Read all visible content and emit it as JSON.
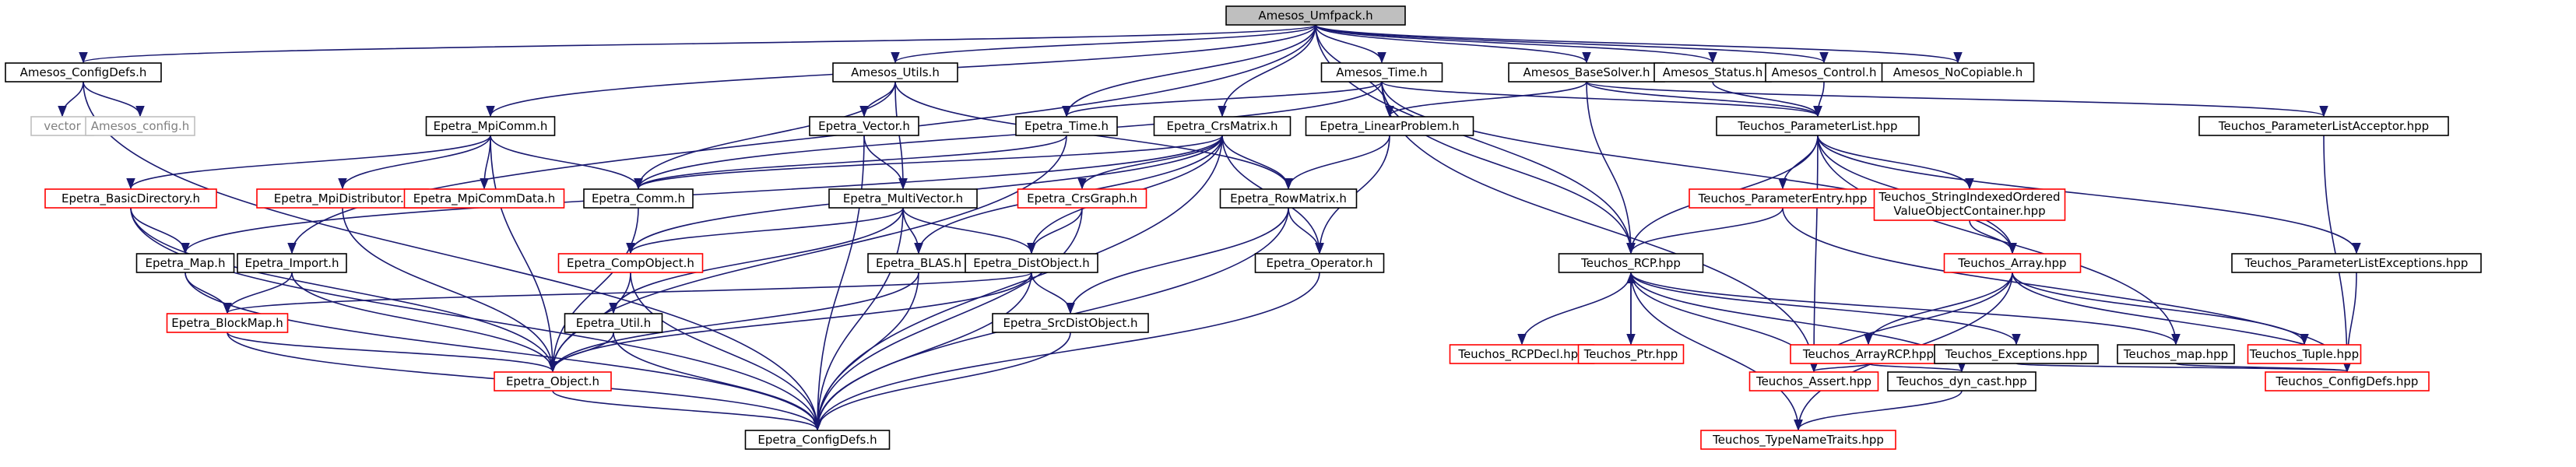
{
  "colors": {
    "edge": "#191970",
    "normal_border": "#000000",
    "normal_text": "#000000",
    "incomplete_border": "#ff0000",
    "incomplete_text": "#000000",
    "external_border": "#bfbfbf",
    "external_text": "#808080",
    "root_fill": "#bfbfbf"
  },
  "nodes": [
    {
      "id": "amesos_umfpack",
      "label": "Amesos_Umfpack.h",
      "kind": "root"
    },
    {
      "id": "amesos_configdefs",
      "label": "Amesos_ConfigDefs.h",
      "kind": "normal"
    },
    {
      "id": "vector",
      "label": "vector",
      "kind": "external"
    },
    {
      "id": "amesos_config",
      "label": "Amesos_config.h",
      "kind": "external"
    },
    {
      "id": "amesos_utils",
      "label": "Amesos_Utils.h",
      "kind": "normal"
    },
    {
      "id": "amesos_time",
      "label": "Amesos_Time.h",
      "kind": "normal"
    },
    {
      "id": "amesos_basesolver",
      "label": "Amesos_BaseSolver.h",
      "kind": "normal"
    },
    {
      "id": "amesos_status",
      "label": "Amesos_Status.h",
      "kind": "normal"
    },
    {
      "id": "amesos_control",
      "label": "Amesos_Control.h",
      "kind": "normal"
    },
    {
      "id": "amesos_nocopiable",
      "label": "Amesos_NoCopiable.h",
      "kind": "normal"
    },
    {
      "id": "epetra_mpicomm",
      "label": "Epetra_MpiComm.h",
      "kind": "normal"
    },
    {
      "id": "epetra_vector",
      "label": "Epetra_Vector.h",
      "kind": "normal"
    },
    {
      "id": "epetra_time",
      "label": "Epetra_Time.h",
      "kind": "normal"
    },
    {
      "id": "epetra_crsmatrix",
      "label": "Epetra_CrsMatrix.h",
      "kind": "normal"
    },
    {
      "id": "epetra_linearproblem",
      "label": "Epetra_LinearProblem.h",
      "kind": "normal"
    },
    {
      "id": "teuchos_parameterlist",
      "label": "Teuchos_ParameterList.hpp",
      "kind": "normal"
    },
    {
      "id": "teuchos_parameterlistacceptor",
      "label": "Teuchos_ParameterListAcceptor.hpp",
      "kind": "normal"
    },
    {
      "id": "epetra_basicdirectory",
      "label": "Epetra_BasicDirectory.h",
      "kind": "incomplete"
    },
    {
      "id": "epetra_mpidistributor",
      "label": "Epetra_MpiDistributor.h",
      "kind": "incomplete"
    },
    {
      "id": "epetra_mpicommdata",
      "label": "Epetra_MpiCommData.h",
      "kind": "incomplete"
    },
    {
      "id": "epetra_comm",
      "label": "Epetra_Comm.h",
      "kind": "normal"
    },
    {
      "id": "epetra_multivector",
      "label": "Epetra_MultiVector.h",
      "kind": "normal"
    },
    {
      "id": "epetra_crsgraph",
      "label": "Epetra_CrsGraph.h",
      "kind": "incomplete"
    },
    {
      "id": "epetra_rowmatrix",
      "label": "Epetra_RowMatrix.h",
      "kind": "normal"
    },
    {
      "id": "teuchos_parameterentry",
      "label": "Teuchos_ParameterEntry.hpp",
      "kind": "incomplete"
    },
    {
      "id": "teuchos_stringindexed",
      "label": "Teuchos_StringIndexedOrdered\nValueObjectContainer.hpp",
      "kind": "incomplete"
    },
    {
      "id": "epetra_map",
      "label": "Epetra_Map.h",
      "kind": "normal"
    },
    {
      "id": "epetra_import",
      "label": "Epetra_Import.h",
      "kind": "normal"
    },
    {
      "id": "epetra_compobject",
      "label": "Epetra_CompObject.h",
      "kind": "incomplete"
    },
    {
      "id": "epetra_blas",
      "label": "Epetra_BLAS.h",
      "kind": "normal"
    },
    {
      "id": "epetra_distobject",
      "label": "Epetra_DistObject.h",
      "kind": "normal"
    },
    {
      "id": "epetra_operator",
      "label": "Epetra_Operator.h",
      "kind": "normal"
    },
    {
      "id": "teuchos_rcp",
      "label": "Teuchos_RCP.hpp",
      "kind": "normal"
    },
    {
      "id": "teuchos_array",
      "label": "Teuchos_Array.hpp",
      "kind": "incomplete"
    },
    {
      "id": "teuchos_parameterlistexceptions",
      "label": "Teuchos_ParameterListExceptions.hpp",
      "kind": "normal"
    },
    {
      "id": "epetra_util",
      "label": "Epetra_Util.h",
      "kind": "normal"
    },
    {
      "id": "epetra_srcdistobject",
      "label": "Epetra_SrcDistObject.h",
      "kind": "normal"
    },
    {
      "id": "epetra_blockmap",
      "label": "Epetra_BlockMap.h",
      "kind": "incomplete"
    },
    {
      "id": "teuchos_rcpdecl",
      "label": "Teuchos_RCPDecl.hpp",
      "kind": "incomplete"
    },
    {
      "id": "teuchos_ptr",
      "label": "Teuchos_Ptr.hpp",
      "kind": "incomplete"
    },
    {
      "id": "teuchos_arrayrcp",
      "label": "Teuchos_ArrayRCP.hpp",
      "kind": "incomplete"
    },
    {
      "id": "teuchos_exceptions",
      "label": "Teuchos_Exceptions.hpp",
      "kind": "normal"
    },
    {
      "id": "teuchos_map",
      "label": "Teuchos_map.hpp",
      "kind": "normal"
    },
    {
      "id": "teuchos_tuple",
      "label": "Teuchos_Tuple.hpp",
      "kind": "incomplete"
    },
    {
      "id": "epetra_object",
      "label": "Epetra_Object.h",
      "kind": "incomplete"
    },
    {
      "id": "teuchos_assert",
      "label": "Teuchos_Assert.hpp",
      "kind": "incomplete"
    },
    {
      "id": "teuchos_dyncast",
      "label": "Teuchos_dyn_cast.hpp",
      "kind": "normal"
    },
    {
      "id": "teuchos_configdefs",
      "label": "Teuchos_ConfigDefs.hpp",
      "kind": "incomplete"
    },
    {
      "id": "epetra_configdefs",
      "label": "Epetra_ConfigDefs.h",
      "kind": "normal"
    },
    {
      "id": "teuchos_typenametraits",
      "label": "Teuchos_TypeNameTraits.hpp",
      "kind": "incomplete"
    }
  ],
  "edges": [
    [
      "amesos_umfpack",
      "amesos_configdefs"
    ],
    [
      "amesos_umfpack",
      "amesos_utils"
    ],
    [
      "amesos_umfpack",
      "amesos_time"
    ],
    [
      "amesos_umfpack",
      "amesos_basesolver"
    ],
    [
      "amesos_umfpack",
      "amesos_status"
    ],
    [
      "amesos_umfpack",
      "amesos_control"
    ],
    [
      "amesos_umfpack",
      "amesos_nocopiable"
    ],
    [
      "amesos_umfpack",
      "epetra_mpicomm"
    ],
    [
      "amesos_umfpack",
      "epetra_import"
    ],
    [
      "amesos_umfpack",
      "epetra_crsmatrix"
    ],
    [
      "amesos_umfpack",
      "epetra_linearproblem"
    ],
    [
      "amesos_umfpack",
      "epetra_time"
    ],
    [
      "amesos_umfpack",
      "teuchos_rcp"
    ],
    [
      "amesos_configdefs",
      "vector"
    ],
    [
      "amesos_configdefs",
      "amesos_config"
    ],
    [
      "amesos_configdefs",
      "epetra_configdefs"
    ],
    [
      "amesos_utils",
      "epetra_vector"
    ],
    [
      "amesos_utils",
      "epetra_comm"
    ],
    [
      "amesos_utils",
      "epetra_multivector"
    ],
    [
      "amesos_utils",
      "epetra_rowmatrix"
    ],
    [
      "amesos_time",
      "epetra_time"
    ],
    [
      "amesos_time",
      "epetra_comm"
    ],
    [
      "amesos_time",
      "teuchos_parameterlist"
    ],
    [
      "amesos_time",
      "teuchos_array"
    ],
    [
      "amesos_time",
      "teuchos_rcp"
    ],
    [
      "amesos_time",
      "teuchos_assert"
    ],
    [
      "amesos_basesolver",
      "epetra_linearproblem"
    ],
    [
      "amesos_basesolver",
      "teuchos_parameterlist"
    ],
    [
      "amesos_basesolver",
      "teuchos_rcp"
    ],
    [
      "amesos_basesolver",
      "teuchos_parameterlistacceptor"
    ],
    [
      "amesos_status",
      "teuchos_parameterlist"
    ],
    [
      "amesos_control",
      "teuchos_parameterlist"
    ],
    [
      "epetra_mpicomm",
      "epetra_basicdirectory"
    ],
    [
      "epetra_mpicomm",
      "epetra_mpidistributor"
    ],
    [
      "epetra_mpicomm",
      "epetra_mpicommdata"
    ],
    [
      "epetra_mpicomm",
      "epetra_comm"
    ],
    [
      "epetra_mpicomm",
      "epetra_object"
    ],
    [
      "epetra_vector",
      "epetra_multivector"
    ],
    [
      "epetra_vector",
      "epetra_configdefs"
    ],
    [
      "epetra_time",
      "epetra_comm"
    ],
    [
      "epetra_time",
      "epetra_object"
    ],
    [
      "epetra_crsmatrix",
      "epetra_comm"
    ],
    [
      "epetra_crsmatrix",
      "epetra_crsgraph"
    ],
    [
      "epetra_crsmatrix",
      "epetra_rowmatrix"
    ],
    [
      "epetra_crsmatrix",
      "epetra_distobject"
    ],
    [
      "epetra_crsmatrix",
      "epetra_compobject"
    ],
    [
      "epetra_crsmatrix",
      "epetra_blas"
    ],
    [
      "epetra_crsmatrix",
      "epetra_operator"
    ],
    [
      "epetra_crsmatrix",
      "epetra_map"
    ],
    [
      "epetra_crsmatrix",
      "epetra_configdefs"
    ],
    [
      "epetra_linearproblem",
      "epetra_rowmatrix"
    ],
    [
      "epetra_linearproblem",
      "epetra_operator"
    ],
    [
      "teuchos_parameterlist",
      "teuchos_parameterentry"
    ],
    [
      "teuchos_parameterlist",
      "teuchos_stringindexed"
    ],
    [
      "teuchos_parameterlist",
      "teuchos_rcp"
    ],
    [
      "teuchos_parameterlist",
      "teuchos_array"
    ],
    [
      "teuchos_parameterlist",
      "teuchos_map"
    ],
    [
      "teuchos_parameterlist",
      "teuchos_assert"
    ],
    [
      "teuchos_parameterlist",
      "teuchos_parameterlistexceptions"
    ],
    [
      "teuchos_parameterlistacceptor",
      "teuchos_configdefs"
    ],
    [
      "epetra_basicdirectory",
      "epetra_map"
    ],
    [
      "epetra_basicdirectory",
      "epetra_object"
    ],
    [
      "epetra_basicdirectory",
      "epetra_configdefs"
    ],
    [
      "epetra_mpidistributor",
      "epetra_object"
    ],
    [
      "epetra_comm",
      "epetra_object"
    ],
    [
      "epetra_multivector",
      "epetra_distobject"
    ],
    [
      "epetra_multivector",
      "epetra_compobject"
    ],
    [
      "epetra_multivector",
      "epetra_blas"
    ],
    [
      "epetra_multivector",
      "epetra_util"
    ],
    [
      "epetra_multivector",
      "epetra_configdefs"
    ],
    [
      "epetra_crsgraph",
      "epetra_distobject"
    ],
    [
      "epetra_crsgraph",
      "epetra_configdefs"
    ],
    [
      "epetra_rowmatrix",
      "epetra_operator"
    ],
    [
      "epetra_rowmatrix",
      "epetra_srcdistobject"
    ],
    [
      "epetra_rowmatrix",
      "epetra_configdefs"
    ],
    [
      "teuchos_parameterentry",
      "teuchos_rcp"
    ],
    [
      "teuchos_parameterentry",
      "teuchos_configdefs"
    ],
    [
      "teuchos_stringindexed",
      "teuchos_array"
    ],
    [
      "epetra_map",
      "epetra_blockmap"
    ],
    [
      "epetra_map",
      "epetra_configdefs"
    ],
    [
      "epetra_import",
      "epetra_blockmap"
    ],
    [
      "epetra_import",
      "epetra_object"
    ],
    [
      "epetra_compobject",
      "epetra_object"
    ],
    [
      "epetra_compobject",
      "epetra_configdefs"
    ],
    [
      "epetra_blas",
      "epetra_object"
    ],
    [
      "epetra_blas",
      "epetra_configdefs"
    ],
    [
      "epetra_distobject",
      "epetra_srcdistobject"
    ],
    [
      "epetra_distobject",
      "epetra_blockmap"
    ],
    [
      "epetra_distobject",
      "epetra_object"
    ],
    [
      "epetra_distobject",
      "epetra_configdefs"
    ],
    [
      "epetra_operator",
      "epetra_configdefs"
    ],
    [
      "teuchos_rcp",
      "teuchos_rcpdecl"
    ],
    [
      "teuchos_rcp",
      "teuchos_ptr"
    ],
    [
      "teuchos_rcp",
      "teuchos_assert"
    ],
    [
      "teuchos_rcp",
      "teuchos_dyncast"
    ],
    [
      "teuchos_rcp",
      "teuchos_exceptions"
    ],
    [
      "teuchos_rcp",
      "teuchos_map"
    ],
    [
      "teuchos_rcp",
      "teuchos_typenametraits"
    ],
    [
      "teuchos_ptr",
      "teuchos_rcp"
    ],
    [
      "teuchos_array",
      "teuchos_arrayrcp"
    ],
    [
      "teuchos_array",
      "teuchos_assert"
    ],
    [
      "teuchos_array",
      "teuchos_tuple"
    ],
    [
      "teuchos_array",
      "teuchos_configdefs"
    ],
    [
      "teuchos_array",
      "teuchos_typenametraits"
    ],
    [
      "teuchos_parameterlistexceptions",
      "teuchos_configdefs"
    ],
    [
      "epetra_util",
      "epetra_object"
    ],
    [
      "epetra_util",
      "epetra_configdefs"
    ],
    [
      "epetra_srcdistobject",
      "epetra_configdefs"
    ],
    [
      "epetra_blockmap",
      "epetra_object"
    ],
    [
      "epetra_blockmap",
      "epetra_configdefs"
    ],
    [
      "teuchos_arrayrcp",
      "teuchos_assert"
    ],
    [
      "teuchos_arrayrcp",
      "teuchos_dyncast"
    ],
    [
      "teuchos_exceptions",
      "teuchos_configdefs"
    ],
    [
      "teuchos_map",
      "teuchos_configdefs"
    ],
    [
      "epetra_object",
      "epetra_configdefs"
    ],
    [
      "teuchos_dyncast",
      "teuchos_typenametraits"
    ]
  ]
}
